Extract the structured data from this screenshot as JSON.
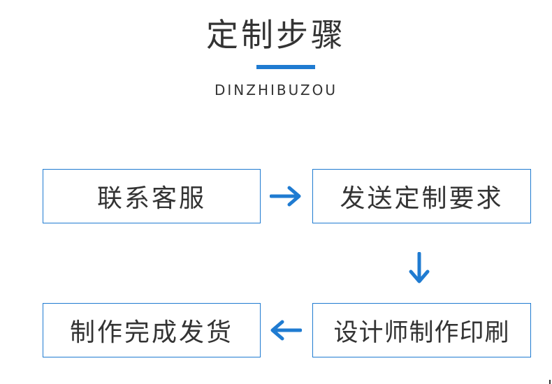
{
  "header": {
    "title": "定制步骤",
    "subtitle": "DINZHIBUZOU"
  },
  "steps": [
    {
      "label": "联系客服"
    },
    {
      "label": "发送定制要求"
    },
    {
      "label": "设计师制作印刷"
    },
    {
      "label": "制作完成发货"
    }
  ],
  "colors": {
    "accent": "#1f7bd1",
    "text": "#333333",
    "background": "#ffffff"
  },
  "icons": {
    "arrow_right": "arrow-right-icon",
    "arrow_down": "arrow-down-icon",
    "arrow_left": "arrow-left-icon"
  }
}
